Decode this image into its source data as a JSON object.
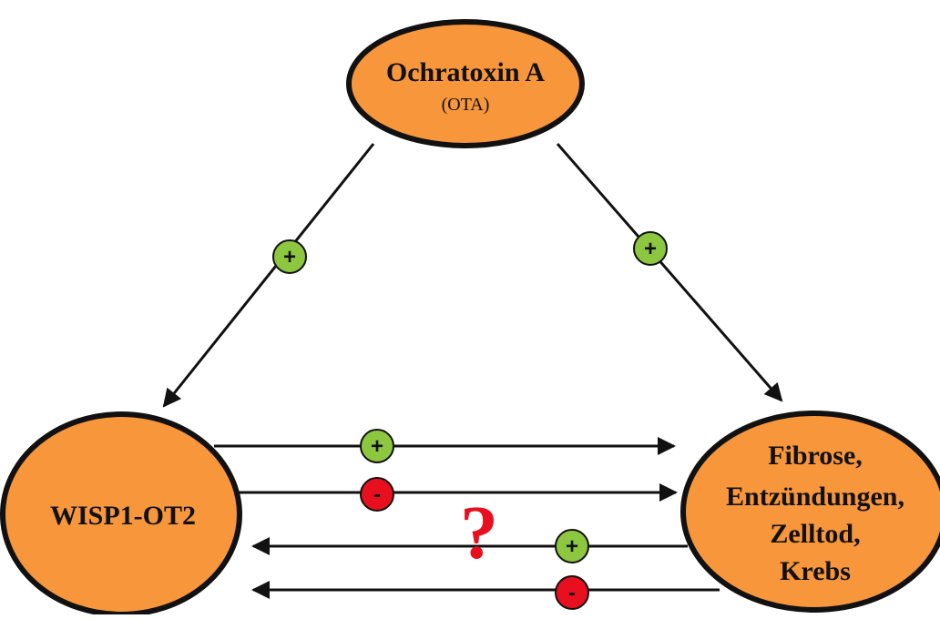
{
  "colors": {
    "node_fill": "#F7963A",
    "node_stroke": "#111111",
    "positive_badge": "#8DC63F",
    "negative_badge": "#E8101E",
    "question_mark": "#E8101E",
    "arrow": "#111111"
  },
  "nodes": {
    "ota": {
      "title": "Ochratoxin A",
      "subtitle": "(OTA)"
    },
    "wisp": {
      "title": "WISP1-OT2"
    },
    "effects": {
      "lines": [
        "Fibrose,",
        "Entzündungen,",
        "Zelltod,",
        "Krebs"
      ]
    }
  },
  "edges": [
    {
      "from": "Ochratoxin A",
      "to": "WISP1-OT2",
      "sign": "+"
    },
    {
      "from": "Ochratoxin A",
      "to": "Fibrose, Entzündungen, Zelltod, Krebs",
      "sign": "+"
    },
    {
      "from": "WISP1-OT2",
      "to": "Fibrose, Entzündungen, Zelltod, Krebs",
      "sign": "+"
    },
    {
      "from": "WISP1-OT2",
      "to": "Fibrose, Entzündungen, Zelltod, Krebs",
      "sign": "-"
    },
    {
      "from": "Fibrose, Entzündungen, Zelltod, Krebs",
      "to": "WISP1-OT2",
      "sign": "+"
    },
    {
      "from": "Fibrose, Entzündungen, Zelltod, Krebs",
      "to": "WISP1-OT2",
      "sign": "-"
    }
  ],
  "signs": {
    "plus": "+",
    "minus": "-"
  },
  "question_mark": "?"
}
